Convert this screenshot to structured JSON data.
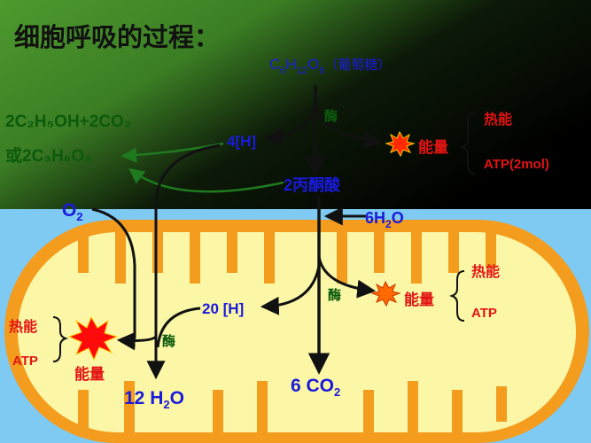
{
  "title": "细胞呼吸的过程：",
  "glucose": {
    "c": "C",
    "c_sub": "6",
    "h": "H",
    "h_sub": "12",
    "o": "O",
    "o_sub": "6",
    "name": "（葡萄糖）"
  },
  "anaerobic_products": {
    "line1": "2C₂H₅OH+2CO₂",
    "line2": "或2C₃H₆O₃"
  },
  "stage1": {
    "hydrogen": "4[H]",
    "enzyme": "酶",
    "energy": "能量",
    "heat": "热能",
    "atp": "ATP(2mol)"
  },
  "pyruvate": "2丙酮酸",
  "oxygen": {
    "base": "O",
    "sub": "2"
  },
  "water_in": {
    "pre": "6H",
    "sub": "2",
    "post": "O"
  },
  "stage2": {
    "enzyme": "酶",
    "energy": "能量",
    "heat": "热能",
    "atp": "ATP",
    "hydrogen": "20 [H]"
  },
  "stage3": {
    "enzyme": "酶",
    "energy": "能量",
    "heat": "热能",
    "atp": "ATP"
  },
  "water_out": {
    "pre": "12 H",
    "sub": "2",
    "post": "O"
  },
  "co2_out": {
    "pre": "6 CO",
    "sub": "2"
  },
  "colors": {
    "blue_text": "#1a1adc",
    "dark_green_text": "#0c5a0c",
    "red_text": "#e31414",
    "membrane_orange": "#f39c1e",
    "matrix_yellow": "#fbf7a6",
    "sky_blue": "#7fcaf2",
    "arrow": "#111111",
    "green_arrow": "#1f7a1f"
  }
}
